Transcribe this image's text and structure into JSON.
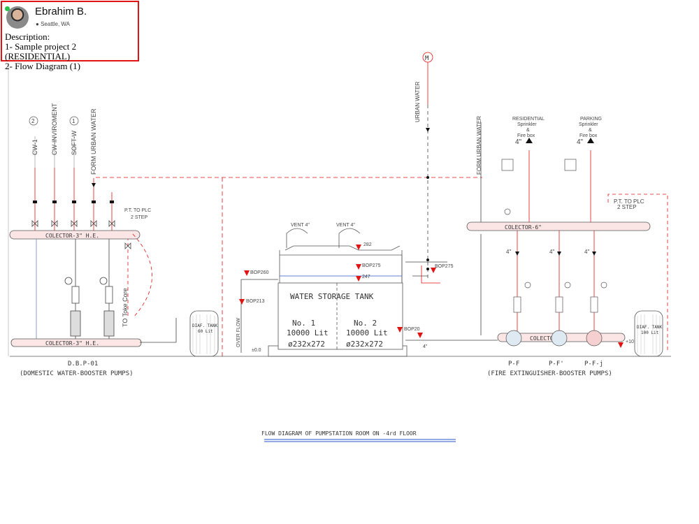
{
  "profile": {
    "name": "Ebrahim B.",
    "location": "Seattle, WA",
    "description_heading": "Description:",
    "description_lines": [
      "1- Sample project 2 (RESIDENTIAL)",
      "2- Flow Diagram (1)"
    ]
  },
  "drawing": {
    "title": "FLOW DIAGRAM OF PUMPSTATION ROOM ON -4rd FLOOR",
    "collectors": [
      "COLECTOR-3\"   H.E.",
      "COLECTOR-3\"   H.E.",
      "COLECTOR-6\"",
      "COLECTOR-8\""
    ],
    "tank": {
      "title": "WATER STORAGE TANK",
      "left": {
        "no": "No. 1",
        "volume": "10000 Lit",
        "size": "ø232x272"
      },
      "right": {
        "no": "No. 2",
        "volume": "10000 Lit",
        "size": "ø232x272"
      },
      "vents": [
        "VENT 4\"",
        "VENT 4\""
      ],
      "overflow": "OVER FLOW"
    },
    "left_risers": [
      "CW-1",
      "CW-INVIROMENT",
      "SOFT-W",
      "FORM URBAN WATER"
    ],
    "riser_bubbles": [
      "2",
      "1"
    ],
    "urban_water": "URBAN WATER",
    "urban_water_right": "FORM URBAN WATER",
    "pt_plc_left": [
      "P.T. TO PLC",
      "2 STEP"
    ],
    "pt_plc_right": [
      "P.T. TO PLC",
      "2 STEP"
    ],
    "to_toke_core": "TO Toke Core",
    "residential": [
      "RESIDENTIAL",
      "Sprinkler",
      "&",
      "Fire box"
    ],
    "parking": [
      "PARKING",
      "Sprinkler",
      "&",
      "Fire box"
    ],
    "diaf_left": [
      "DIAF. TANK",
      "60 Lit"
    ],
    "diaf_right": [
      "DIAF. TANK",
      "100 Lit"
    ],
    "dbp_label": "D.B.P-01",
    "dbp_desc": "(DOMESTIC WATER-BOOSTER PUMPS)",
    "fire_labels": [
      "P-F",
      "P-F'",
      "P-F-j"
    ],
    "fire_desc": "(FIRE EXTINGUISHER-BOOSTER PUMPS)",
    "bop_labels": [
      "BOP260",
      "BOP213",
      "282",
      "BOP275",
      "247",
      "BOP275",
      "BOP20"
    ],
    "size_labels": [
      "4\"",
      "4\"",
      "4\"",
      "4\"",
      "4\"",
      "4\""
    ],
    "level_labels": [
      "±0.0",
      "+10"
    ],
    "motor_symbol": "M"
  },
  "colors": {
    "pipe_red": "#e11414",
    "pipe_blue": "#2a56c9",
    "line": "#555555",
    "profile_border": "#e11414"
  }
}
